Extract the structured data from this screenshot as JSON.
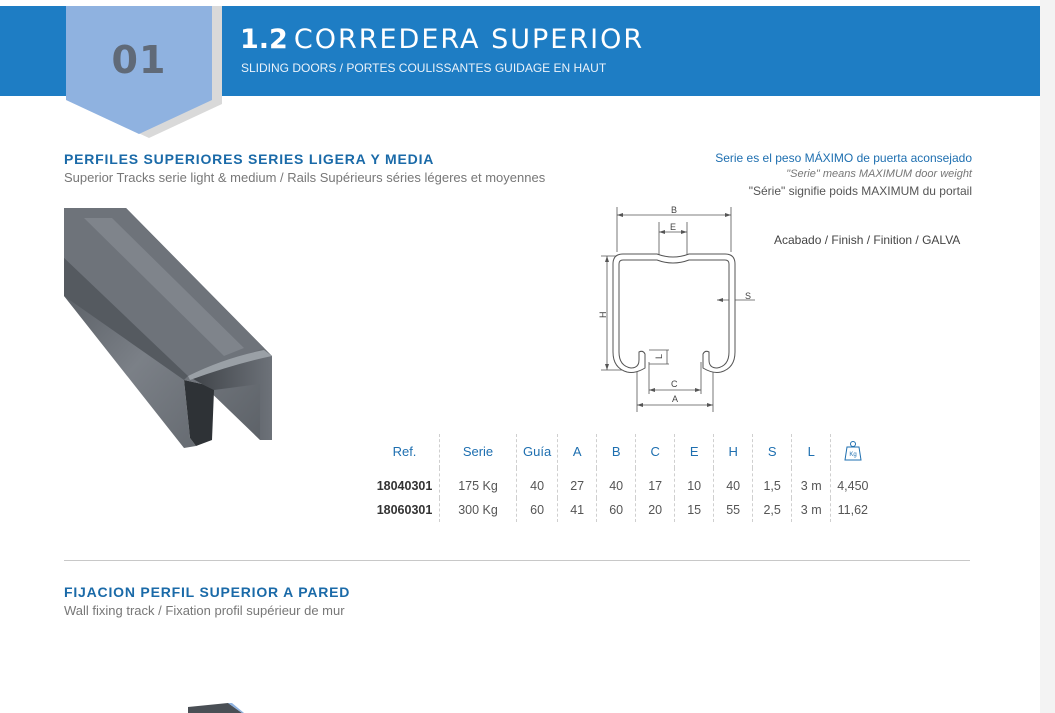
{
  "header": {
    "badge_number": "01",
    "section_number": "1.2",
    "title": "CORREDERA SUPERIOR",
    "subtitle": "SLIDING DOORS / PORTES COULISSANTES GUIDAGE EN HAUT",
    "banner_color": "#1e7dc4",
    "badge_color": "#8fb2e0"
  },
  "section1": {
    "title": "PERFILES SUPERIORES SERIES LIGERA Y MEDIA",
    "subtitle": "Superior Tracks serie light & medium / Rails Supérieurs séries légeres et moyennes"
  },
  "notes": {
    "es": "Serie es el peso MÁXIMO de puerta aconsejado",
    "en": "\"Serie\" means MAXIMUM  door weight",
    "fr": "\"Série\" signifie poids MAXIMUM du portail"
  },
  "finish": "Acabado / Finish / Finition / GALVA",
  "drawing_labels": {
    "b": "B",
    "e": "E",
    "h": "H",
    "s": "S",
    "l": "L",
    "c": "C",
    "a": "A"
  },
  "table": {
    "headers": [
      "Ref.",
      "Serie",
      "Guía",
      "A",
      "B",
      "C",
      "E",
      "H",
      "S",
      "L"
    ],
    "weight_icon": "weight-kg-icon",
    "rows": [
      {
        "ref": "18040301",
        "serie": "175 Kg",
        "guia": "40",
        "a": "27",
        "b": "40",
        "c": "17",
        "e": "10",
        "h": "40",
        "s": "1,5",
        "l": "3 m",
        "kg": "4,450"
      },
      {
        "ref": "18060301",
        "serie": "300 Kg",
        "guia": "60",
        "a": "41",
        "b": "60",
        "c": "20",
        "e": "15",
        "h": "55",
        "s": "2,5",
        "l": "3 m",
        "kg": "11,62"
      }
    ]
  },
  "section2": {
    "title": "FIJACION PERFIL SUPERIOR A PARED",
    "subtitle": "Wall fixing track / Fixation profil supérieur de mur"
  }
}
